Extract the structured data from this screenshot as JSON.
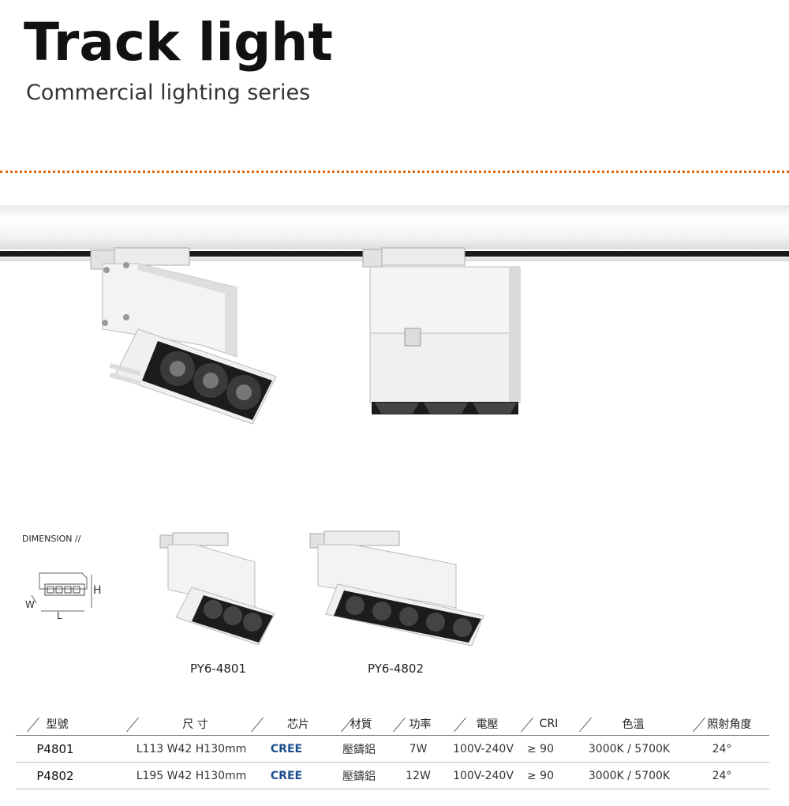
{
  "header": {
    "title": "Track light",
    "subtitle": "Commercial lighting series"
  },
  "dimension": {
    "label": "DIMENSION //",
    "w": "W",
    "h": "H",
    "l": "L"
  },
  "products": [
    {
      "model": "PY6-4801"
    },
    {
      "model": "PY6-4802"
    }
  ],
  "table": {
    "headers": [
      "型號",
      "尺 寸",
      "芯片",
      "材質",
      "功率",
      "電壓",
      "CRI",
      "色溫",
      "照射角度"
    ],
    "rows": [
      [
        "P4801",
        "L113 W42 H130mm",
        "CREE",
        "壓鑄鋁",
        "7W",
        "100V-240V",
        "≥ 90",
        "3000K / 5700K",
        "24°"
      ],
      [
        "P4802",
        "L195 W42 H130mm",
        "CREE",
        "壓鑄鋁",
        "12W",
        "100V-240V",
        "≥ 90",
        "3000K / 5700K",
        "24°"
      ]
    ]
  },
  "colors": {
    "accent_dots": "#e06a10",
    "cree_blue": "#1d4f8f"
  }
}
